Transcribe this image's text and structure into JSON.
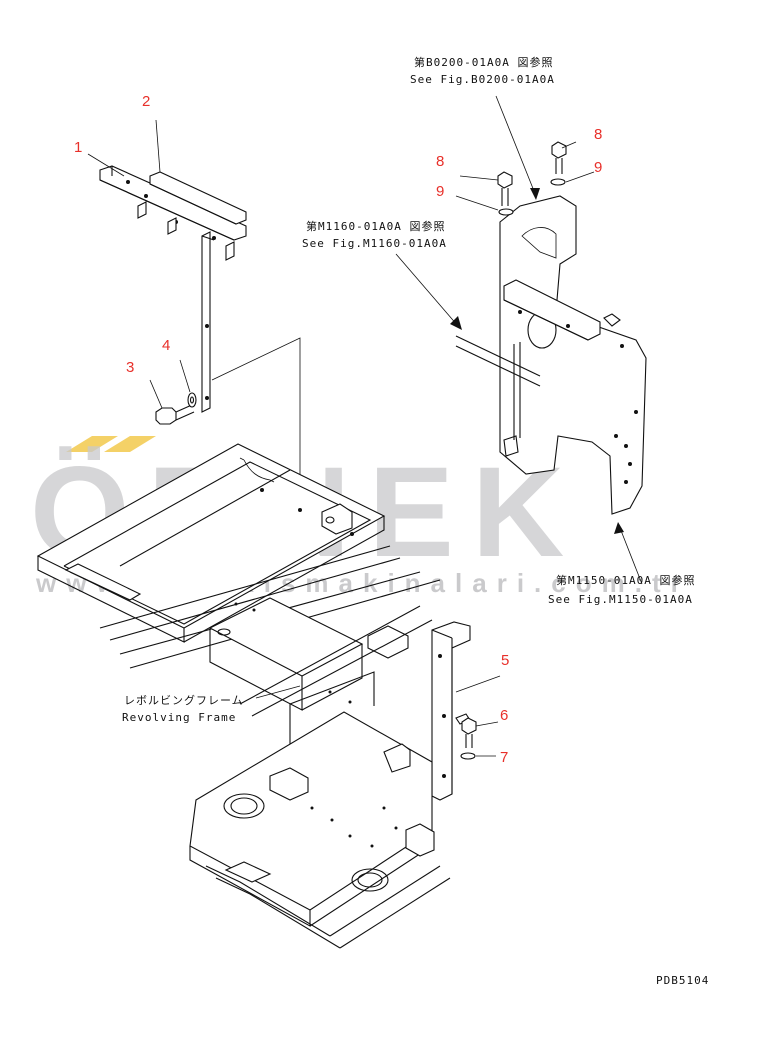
{
  "watermark": {
    "brand": "ÖRNEK",
    "url": "www.ornekismakinalari.com.tr",
    "color": "#c9c9cb",
    "accent": "#f2c94c"
  },
  "callouts": {
    "c1": "1",
    "c2": "2",
    "c3": "3",
    "c4": "4",
    "c5": "5",
    "c6": "6",
    "c7": "7",
    "c8a": "8",
    "c8b": "8",
    "c9a": "9",
    "c9b": "9"
  },
  "references": {
    "b0200_jp": "第B0200-01A0A 図参照",
    "b0200_en": "See Fig.B0200-01A0A",
    "m1160_jp": "第M1160-01A0A 図参照",
    "m1160_en": "See Fig.M1160-01A0A",
    "m1150_jp": "第M1150-01A0A 図参照",
    "m1150_en": "See Fig.M1150-01A0A"
  },
  "labels": {
    "frame_jp": "レボルビングフレーム",
    "frame_en": "Revolving Frame",
    "code": "PDB5104"
  },
  "colors": {
    "callout": "#e8302a",
    "line": "#111111"
  }
}
